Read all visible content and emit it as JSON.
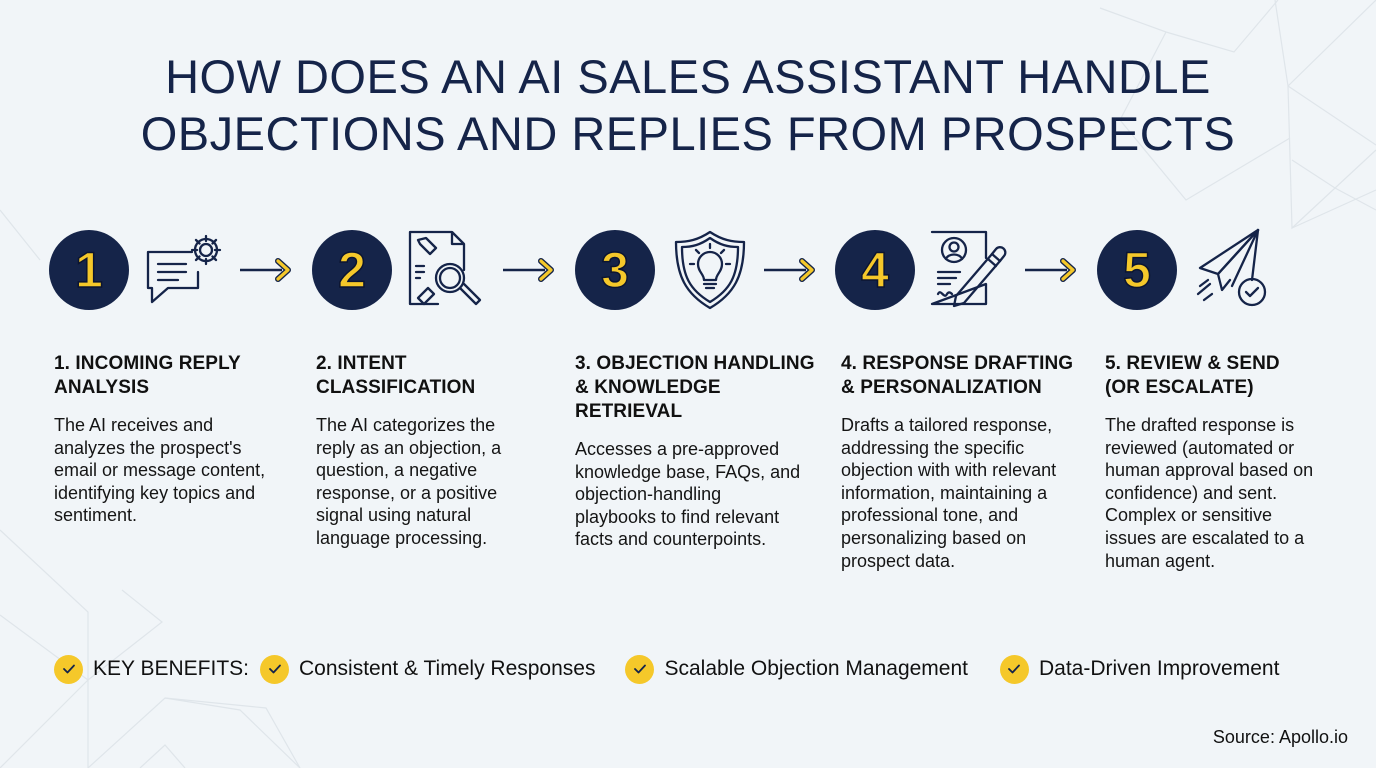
{
  "title": {
    "line1": "HOW DOES AN AI SALES ASSISTANT HANDLE",
    "line2": "OBJECTIONS AND REPLIES FROM PROSPECTS"
  },
  "colors": {
    "background": "#f1f5f8",
    "navy": "#152449",
    "yellow": "#f5c82a",
    "text": "#111111"
  },
  "steps": [
    {
      "number": "1",
      "icon": "chat-bubble-gear-icon",
      "heading": "1. INCOMING REPLY ANALYSIS",
      "body": "The AI receives and analyzes the prospect's email or message content, identifying key topics and sentiment."
    },
    {
      "number": "2",
      "icon": "document-magnifier-icon",
      "heading": "2. INTENT CLASSIFICATION",
      "body": "The AI categorizes the reply as an objection, a question, a negative response, or a positive signal using natural language processing."
    },
    {
      "number": "3",
      "icon": "shield-lightbulb-icon",
      "heading": "3. OBJECTION HANDLING & KNOWLEDGE RETRIEVAL",
      "body": "Accesses a pre-approved knowledge base, FAQs, and objection-handling playbooks to find relevant facts and counterpoints."
    },
    {
      "number": "4",
      "icon": "document-profile-pen-icon",
      "heading": "4. RESPONSE DRAFTING & PERSONALIZATION",
      "body": "Drafts a tailored response, addressing the specific objection with with relevant information, maintaining a professional tone, and personalizing based on prospect data."
    },
    {
      "number": "5",
      "icon": "paper-plane-check-icon",
      "heading": "5. REVIEW & SEND (OR ESCALATE)",
      "body": "The drafted response is reviewed (automated or human approval based on confidence) and sent. Complex or sensitive issues are escalated to a human agent."
    }
  ],
  "benefits": {
    "label": "KEY BENEFITS:",
    "items": [
      "Consistent & Timely Responses",
      "Scalable Objection Management",
      "Data-Driven Improvement"
    ]
  },
  "source": "Source: Apollo.io"
}
